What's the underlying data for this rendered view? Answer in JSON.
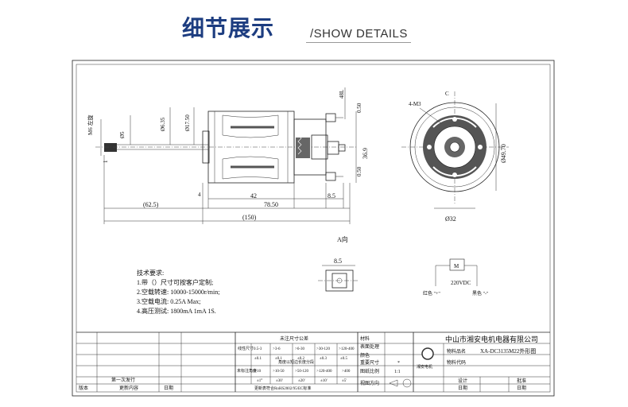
{
  "header": {
    "title": "细节展示",
    "subtitle": "/SHOW DETAILS"
  },
  "dims": {
    "m6_left": "M6 左旋",
    "d5": "Ø5",
    "d635": "Ø6.35",
    "d1750": "Ø17.50",
    "d48": "48L",
    "d050_top": "0.50",
    "d369": "36.9",
    "d050_bot": "0.50",
    "d1": "1",
    "d4": "4",
    "d42": "42",
    "d85a": "8.5",
    "d6250": "(62.5)",
    "d7850": "78.50",
    "d150": "(150)",
    "m3": "4-M3",
    "c": "C",
    "d4970": "Ø49.70",
    "d32": "Ø32",
    "a_dir": "A向",
    "d85b": "8.5"
  },
  "notes": {
    "title": "技术要求:",
    "items": [
      "1.带（）尺寸可按客户定制;",
      "2.空载转速: 10000-15000r/min;",
      "3.空载电流: 0.25A Max;",
      "4.高压测试: 1800mA 1mA 1S."
    ]
  },
  "schematic": {
    "motor": "M",
    "voltage": "220VDC",
    "red": "红色 \"+\"",
    "black": "黑色 \"-\""
  },
  "title_block": {
    "tol_title": "未注尺寸公差",
    "material": "材料",
    "surface": "表面处理",
    "color": "颜色",
    "important": "重要尺寸",
    "scale": "图纸比例",
    "scale_val": "1:1",
    "view": "视图方向",
    "mark": "*",
    "row_len": "线性尺寸",
    "row_ang": "未标注角度",
    "ranges": [
      "0.5-3",
      ">3-6",
      ">6-30",
      ">30-120",
      ">120-400"
    ],
    "tols": [
      "±0.1",
      "±0.1",
      "±0.2",
      "±0.3",
      "±0.5"
    ],
    "ang_title": "角度以短边长度分段",
    "ang_ranges": [
      "0-10",
      ">10-50",
      ">50-120",
      ">120-400",
      ">400"
    ],
    "ang_tols": [
      "±1°",
      "±30'",
      "±20'",
      "±10'",
      "±5'"
    ],
    "std": "更新表符合RoHS2002/95/EC标准",
    "company": "中山市湘安电机电器有限公司",
    "part_name_lbl": "物料品名",
    "part_name": "XA-DC3135M22外形图",
    "part_code_lbl": "物料代码",
    "logo_text": "湘安电机",
    "rev_row": "第一次发行",
    "ver": "版本",
    "change": "更新内容",
    "date": "日期",
    "design": "设计",
    "date2": "日期",
    "approve": "批准",
    "date3": "日期"
  }
}
